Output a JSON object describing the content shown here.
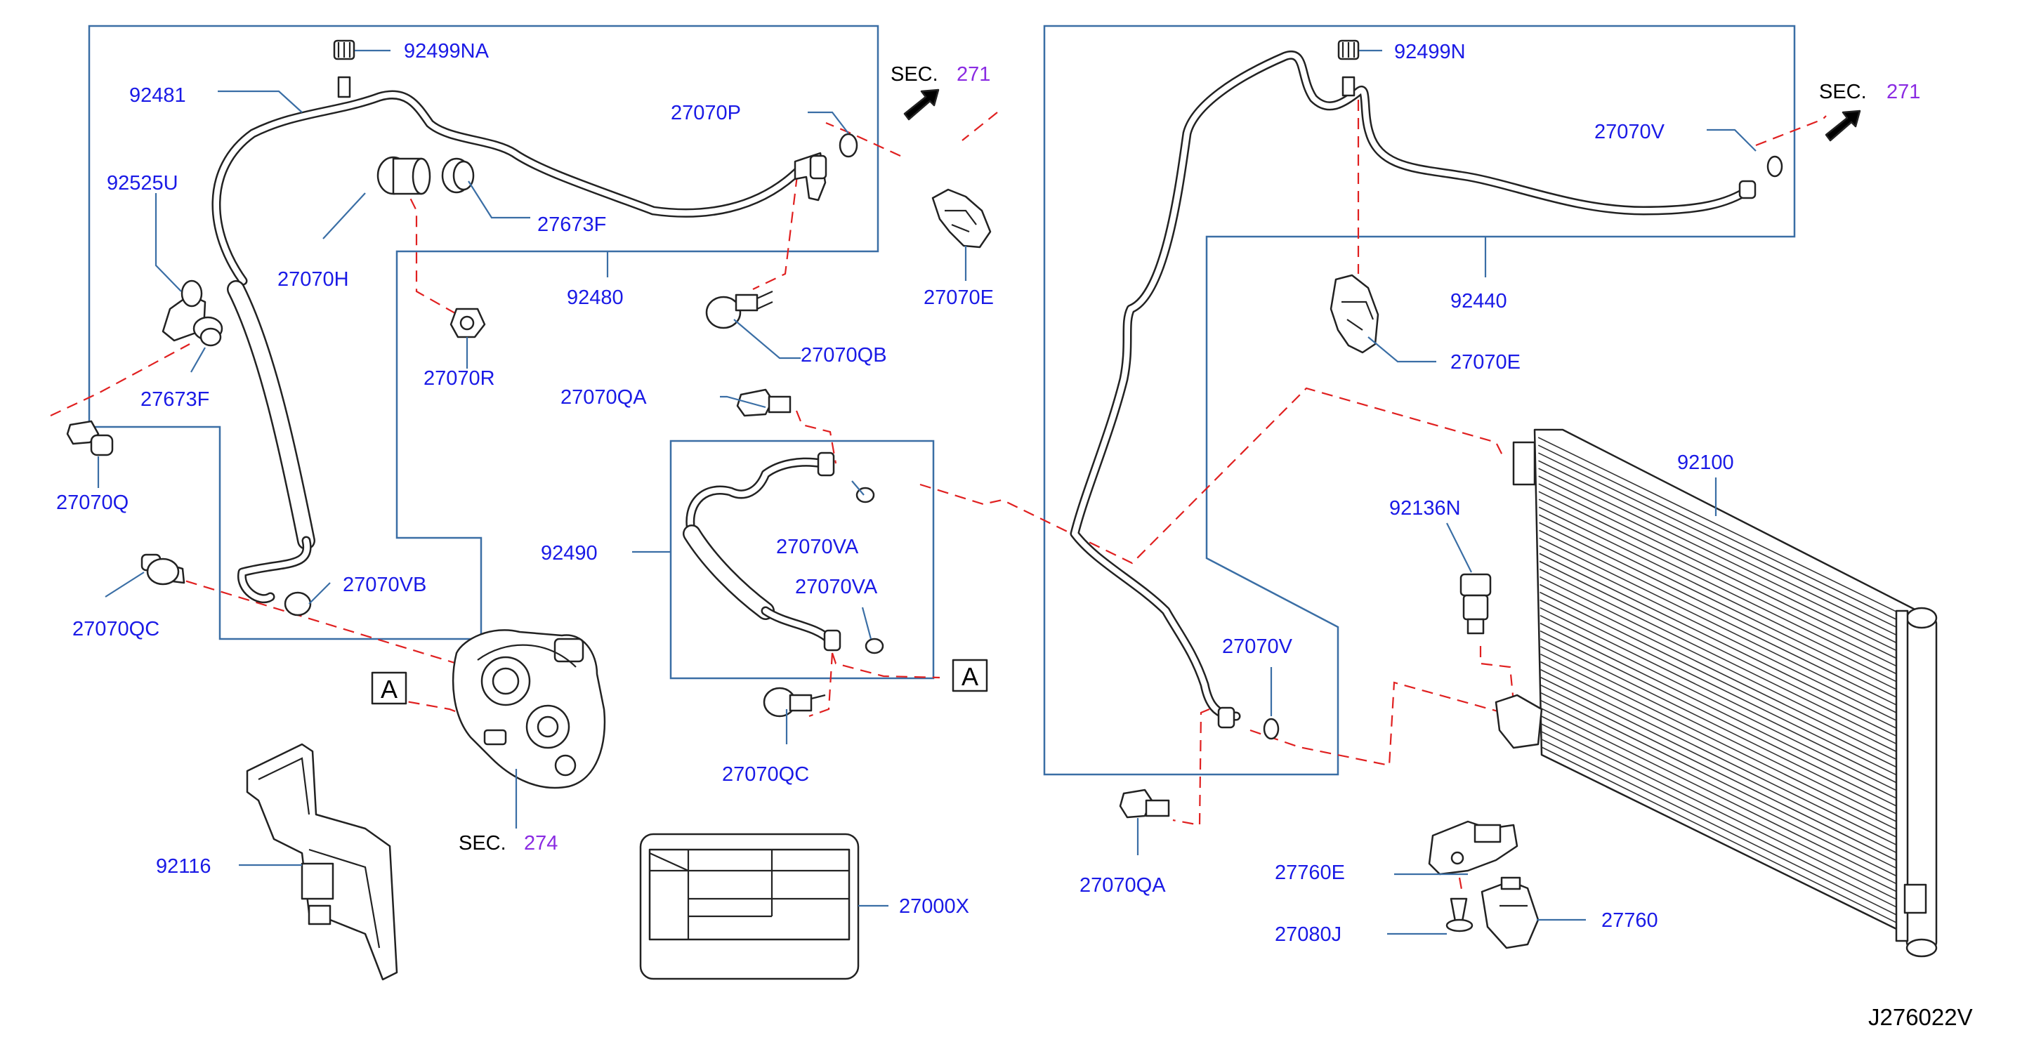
{
  "drawing_code": "J276022V",
  "sections": {
    "sec_label": "SEC.",
    "sec_271_a": "271",
    "sec_271_b": "271",
    "sec_274": "274"
  },
  "ref_marks": {
    "left": "A",
    "right": "A"
  },
  "parts": {
    "p92499NA": "92499NA",
    "p92481": "92481",
    "p27070P": "27070P",
    "p92525U": "92525U",
    "p27070H": "27070H",
    "p27673F_top": "27673F",
    "p92480": "92480",
    "p27070R": "27070R",
    "p27673F_left": "27673F",
    "p27070Q": "27070Q",
    "p27070VB": "27070VB",
    "p27070QC_left": "27070QC",
    "p27070QB": "27070QB",
    "p27070E_left": "27070E",
    "p27070QA_mid": "27070QA",
    "p92490": "92490",
    "p27070VA_1": "27070VA",
    "p27070VA_2": "27070VA",
    "p27070QC_mid": "27070QC",
    "p92116": "92116",
    "p27000X": "27000X",
    "p92499N": "92499N",
    "p27070V_top": "27070V",
    "p92440": "92440",
    "p27070E_right": "27070E",
    "p92100": "92100",
    "p92136N": "92136N",
    "p27070V_low": "27070V",
    "p27070QA_low": "27070QA",
    "p27760E": "27760E",
    "p27080J": "27080J",
    "p27760": "27760"
  }
}
